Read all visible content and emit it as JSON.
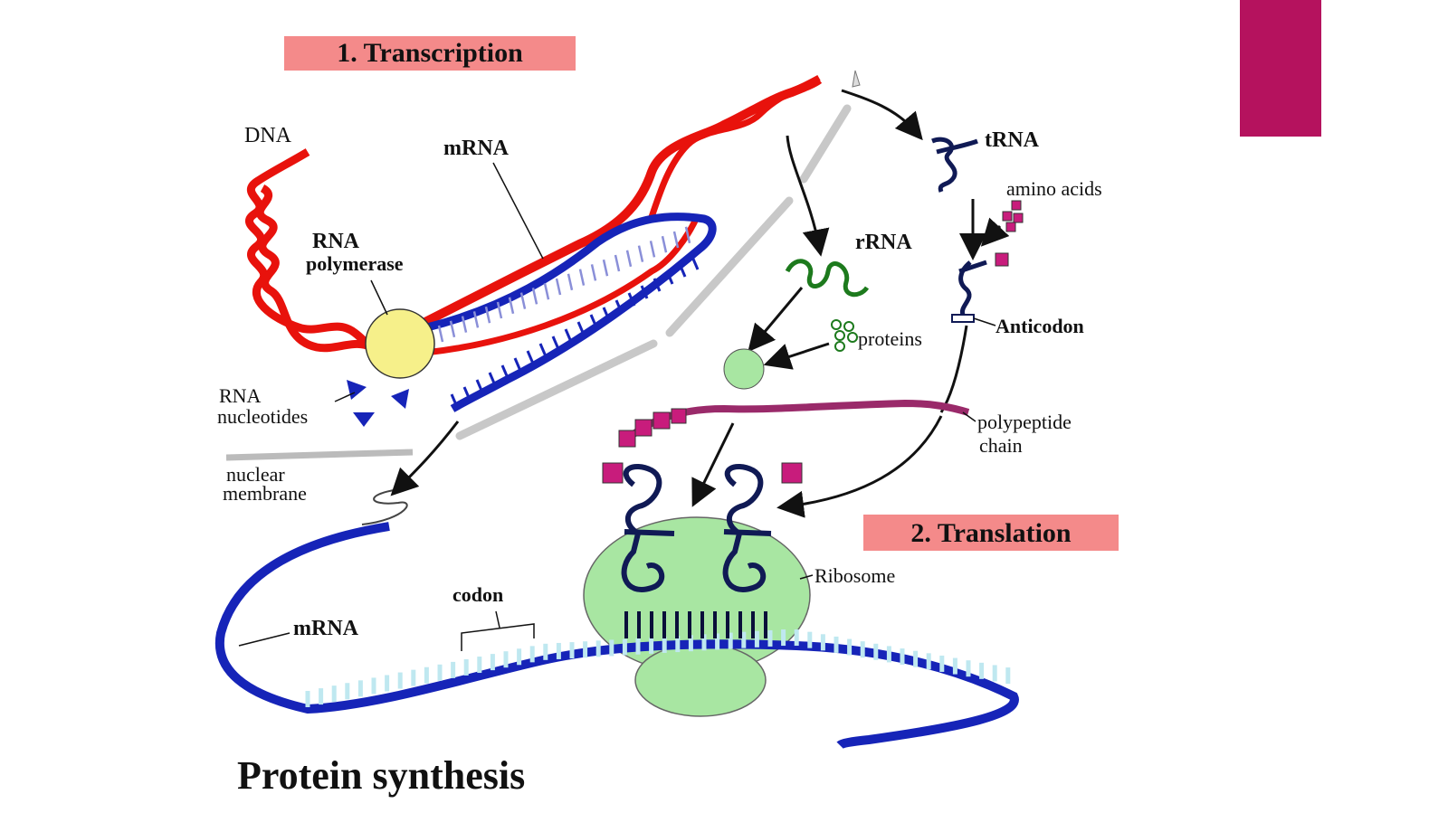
{
  "colors": {
    "accent": "#b5125e",
    "dna": "#e8120c",
    "mrna": "#1624b8",
    "trna": "#101a55",
    "rrna": "#1d7a1d",
    "ribosome": "#a8e6a2",
    "polymerase": "#f6f08a",
    "amino": "#c81c7c",
    "banner": "#f48a8a"
  },
  "labels": {
    "transcription": "1. Transcription",
    "translation": "2. Translation",
    "dna": "DNA",
    "mrna_top": "mRNA",
    "rna_polymerase_1": "RNA",
    "rna_polymerase_2": "polymerase",
    "rna_nucleotides_1": "RNA",
    "rna_nucleotides_2": "nucleotides",
    "nuclear_membrane_1": "nuclear",
    "nuclear_membrane_2": "membrane",
    "trna": "tRNA",
    "amino_acids": "amino acids",
    "rrna": "rRNA",
    "proteins": "proteins",
    "anticodon": "Anticodon",
    "polypeptide_1": "polypeptide",
    "polypeptide_2": "chain",
    "ribosome": "Ribosome",
    "codon": "codon",
    "mrna_bottom": "mRNA",
    "title": "Protein synthesis"
  }
}
